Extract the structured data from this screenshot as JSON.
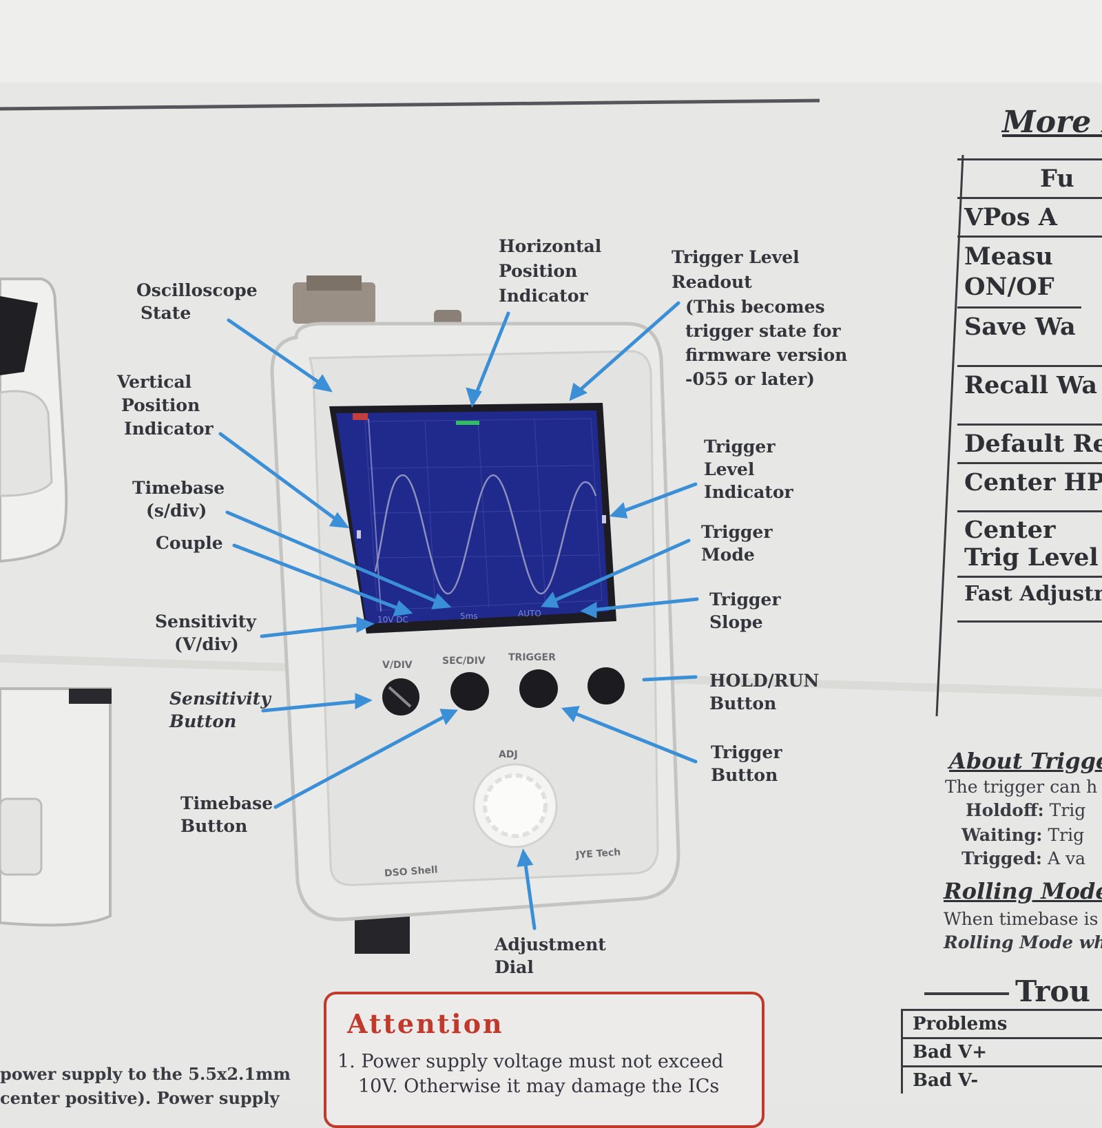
{
  "diagram": {
    "callouts": {
      "oscilloscope_state": [
        "Oscilloscope",
        "State"
      ],
      "horizontal_position": [
        "Horizontal",
        "Position",
        "Indicator"
      ],
      "trigger_level_readout": [
        "Trigger Level",
        "Readout"
      ],
      "trigger_readout_note": [
        "(This becomes",
        "trigger state for",
        "firmware version",
        "-055 or later)"
      ],
      "vertical_position": [
        "Vertical",
        "Position",
        "Indicator"
      ],
      "timebase": [
        "Timebase",
        "(s/div)"
      ],
      "couple": [
        "Couple"
      ],
      "sensitivity": [
        "Sensitivity",
        "(V/div)"
      ],
      "trigger_level_indicator": [
        "Trigger",
        "Level",
        "Indicator"
      ],
      "trigger_mode": [
        "Trigger",
        "Mode"
      ],
      "trigger_slope": [
        "Trigger",
        "Slope"
      ],
      "sensitivity_button": [
        "Sensitivity",
        "Button"
      ],
      "timebase_button": [
        "Timebase",
        "Button"
      ],
      "hold_run_button": [
        "HOLD/RUN",
        "Button"
      ],
      "trigger_button": [
        "Trigger",
        "Button"
      ],
      "adjustment_dial": [
        "Adjustment",
        "Dial"
      ]
    },
    "device": {
      "button_labels": [
        "V/DIV",
        "SEC/DIV",
        "TRIGGER"
      ],
      "dial_label": "ADJ",
      "model": "DSO Shell",
      "brand": "JYE Tech",
      "screen_readouts": [
        "10V DC",
        "5ms",
        "AUTO"
      ]
    }
  },
  "more_functions": {
    "heading": "More F",
    "rows": [
      "Fu",
      "VPos A",
      "Measu ON/OF",
      "Save Wa",
      "Recall Wa",
      "Default Re",
      "Center HPo",
      "Center Trig Level",
      "Fast Adjustm"
    ]
  },
  "about_trigger": {
    "heading": "About Trigge",
    "intro": "The trigger can h",
    "states": [
      {
        "name": "Holdoff:",
        "text": "Trig"
      },
      {
        "name": "Waiting:",
        "text": "Trig"
      },
      {
        "name": "Trigged:",
        "text": "A va"
      }
    ]
  },
  "rolling_mode": {
    "heading": "Rolling Mode",
    "line1": "When timebase is",
    "line2": "Rolling Mode wh"
  },
  "troubleshooting": {
    "heading": "Trou",
    "rows": [
      "Problems",
      "Bad V+",
      "Bad V-"
    ]
  },
  "attention": {
    "title": "Attention",
    "line1": "1. Power supply voltage must not exceed",
    "line2": "10V. Otherwise it may damage the ICs"
  },
  "power_note": {
    "line1": "power supply to the 5.5x2.1mm",
    "line2": "center positive). Power supply"
  },
  "colors": {
    "screen": "#1f2a8c",
    "arrow": "#3a8fd6",
    "attention_border": "#c0392b",
    "trace": "#8d8fbd"
  }
}
